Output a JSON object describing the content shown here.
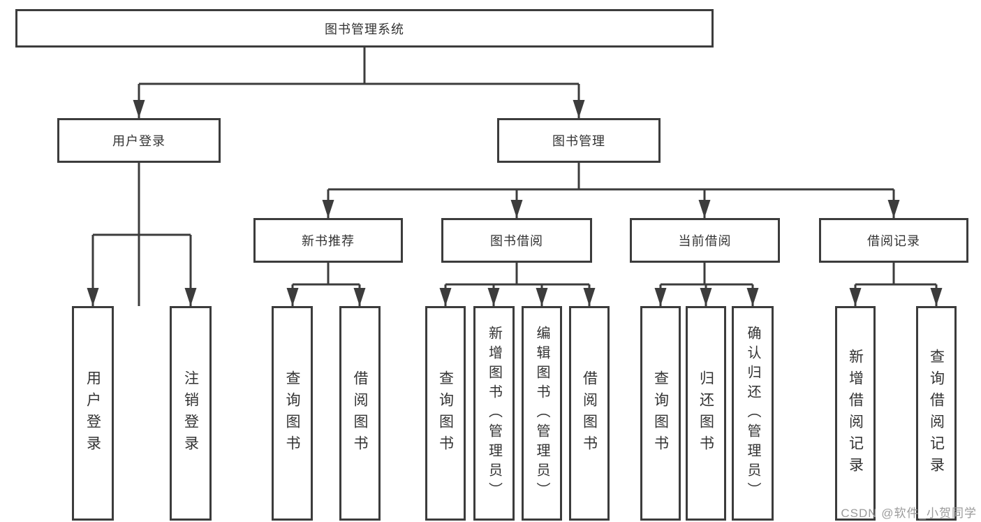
{
  "diagram": {
    "type": "hierarchy",
    "root": {
      "label": "图书管理系统",
      "children": [
        {
          "label": "用户登录",
          "children": [
            {
              "label": "用户登录"
            },
            {
              "label": "注销登录"
            }
          ]
        },
        {
          "label": "图书管理",
          "children": [
            {
              "label": "新书推荐",
              "children": [
                {
                  "label": "查询图书"
                },
                {
                  "label": "借阅图书"
                }
              ]
            },
            {
              "label": "图书借阅",
              "children": [
                {
                  "label": "查询图书"
                },
                {
                  "label": "新增图书（管理员）"
                },
                {
                  "label": "编辑图书（管理员）"
                },
                {
                  "label": "借阅图书"
                }
              ]
            },
            {
              "label": "当前借阅",
              "children": [
                {
                  "label": "查询图书"
                },
                {
                  "label": "归还图书"
                },
                {
                  "label": "确认归还（管理员）"
                }
              ]
            },
            {
              "label": "借阅记录",
              "children": [
                {
                  "label": "新增借阅记录"
                },
                {
                  "label": "查询借阅记录"
                }
              ]
            }
          ]
        }
      ]
    }
  },
  "watermark": {
    "text": "CSDN @软件_小贺同学"
  },
  "colors": {
    "line": "#3c3c3c",
    "text": "#333333",
    "watermark": "#9b9b9b",
    "background": "#ffffff"
  }
}
